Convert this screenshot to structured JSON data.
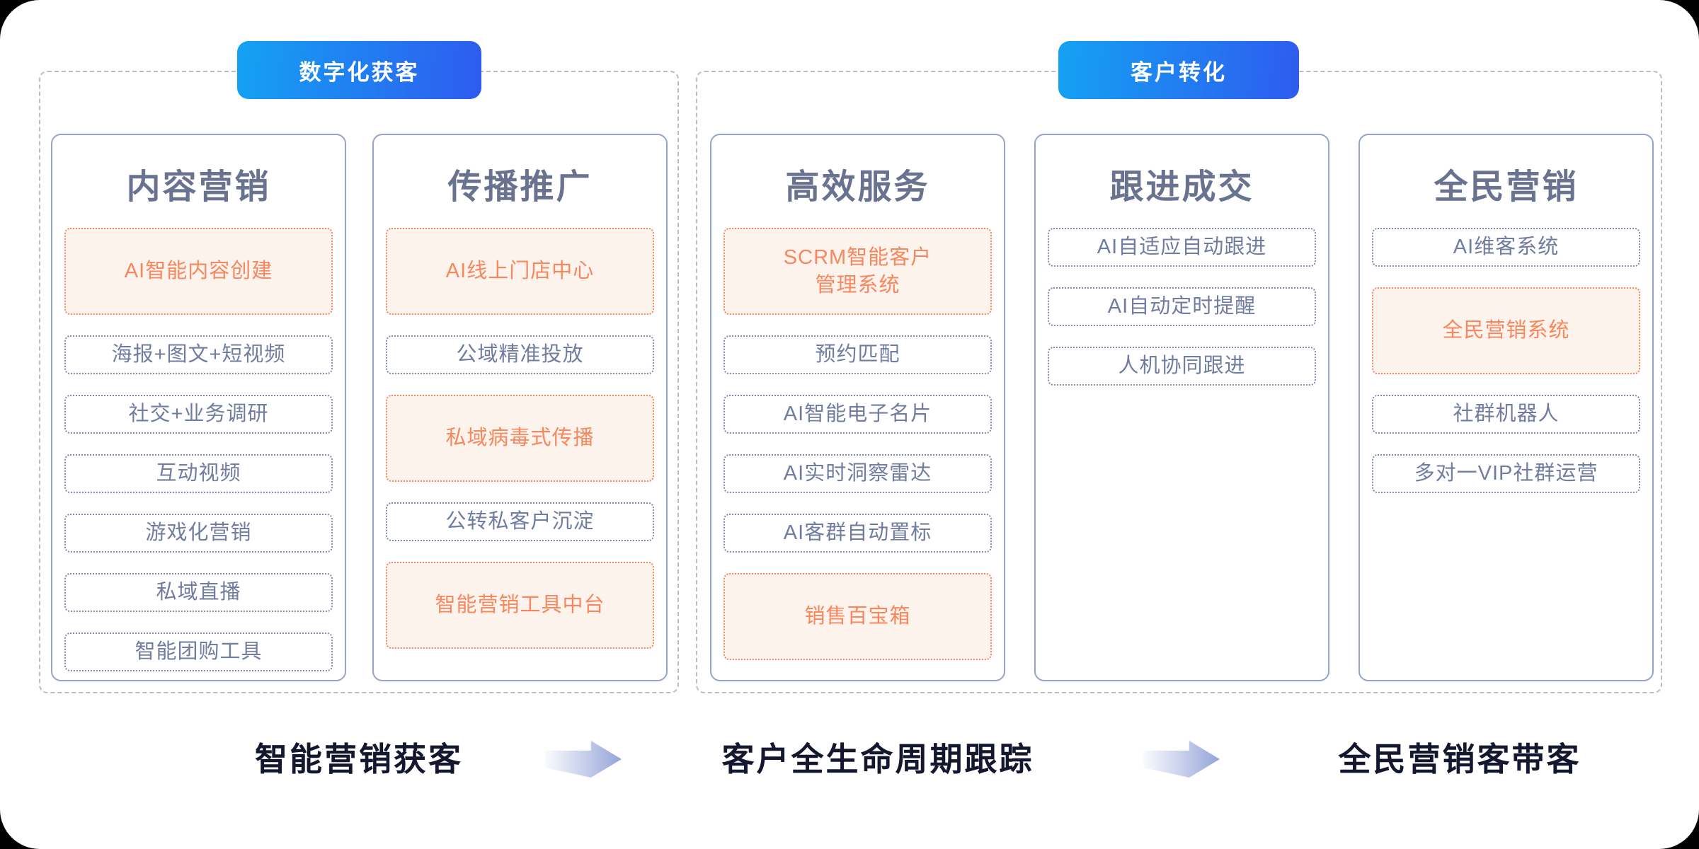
{
  "groups": [
    {
      "badge": "数字化获客",
      "columns": [
        {
          "title": "内容营销",
          "items": [
            {
              "text": "AI智能内容创建",
              "highlight": true,
              "tall": true
            },
            {
              "text": "海报+图文+短视频",
              "highlight": false,
              "tall": false
            },
            {
              "text": "社交+业务调研",
              "highlight": false,
              "tall": false
            },
            {
              "text": "互动视频",
              "highlight": false,
              "tall": false
            },
            {
              "text": "游戏化营销",
              "highlight": false,
              "tall": false
            },
            {
              "text": "私域直播",
              "highlight": false,
              "tall": false
            },
            {
              "text": "智能团购工具",
              "highlight": false,
              "tall": false
            }
          ]
        },
        {
          "title": "传播推广",
          "items": [
            {
              "text": "AI线上门店中心",
              "highlight": true,
              "tall": true
            },
            {
              "text": "公域精准投放",
              "highlight": false,
              "tall": false
            },
            {
              "text": "私域病毒式传播",
              "highlight": true,
              "tall": true
            },
            {
              "text": "公转私客户沉淀",
              "highlight": false,
              "tall": false
            },
            {
              "text": "智能营销工具中台",
              "highlight": true,
              "tall": true
            }
          ]
        }
      ]
    },
    {
      "badge": "客户转化",
      "columns": [
        {
          "title": "高效服务",
          "items": [
            {
              "text": "SCRM智能客户\n管理系统",
              "highlight": true,
              "tall": true
            },
            {
              "text": "预约匹配",
              "highlight": false,
              "tall": false
            },
            {
              "text": "AI智能电子名片",
              "highlight": false,
              "tall": false
            },
            {
              "text": "AI实时洞察雷达",
              "highlight": false,
              "tall": false
            },
            {
              "text": "AI客群自动置标",
              "highlight": false,
              "tall": false
            },
            {
              "text": "销售百宝箱",
              "highlight": true,
              "tall": true
            }
          ]
        },
        {
          "title": "跟进成交",
          "items": [
            {
              "text": "AI自适应自动跟进",
              "highlight": false,
              "tall": false
            },
            {
              "text": "AI自动定时提醒",
              "highlight": false,
              "tall": false
            },
            {
              "text": "人机协同跟进",
              "highlight": false,
              "tall": false
            }
          ]
        },
        {
          "title": "全民营销",
          "items": [
            {
              "text": "AI维客系统",
              "highlight": false,
              "tall": false
            },
            {
              "text": "全民营销系统",
              "highlight": true,
              "tall": true
            },
            {
              "text": "社群机器人",
              "highlight": false,
              "tall": false
            },
            {
              "text": "多对一VIP社群运营",
              "highlight": false,
              "tall": false
            }
          ]
        }
      ]
    }
  ],
  "flow": {
    "steps": [
      "智能营销获客",
      "客户全生命周期跟踪",
      "全民营销客带客"
    ],
    "arrow_icon": "right-arrow-icon"
  },
  "colors": {
    "badge_gradient_start": "#14A2F3",
    "badge_gradient_end": "#2E5BEF",
    "group_border": "#B9BDC9",
    "column_border": "#97A3C8",
    "column_title_text": "#697390",
    "item_border": "#7E8AAE",
    "item_text": "#717DA0",
    "highlight_text": "#F6875F",
    "highlight_border": "#F6875F",
    "highlight_background": "#FDF3ED",
    "flow_label_text": "#14182E",
    "arrow_gradient_end": "#94A4D9"
  }
}
